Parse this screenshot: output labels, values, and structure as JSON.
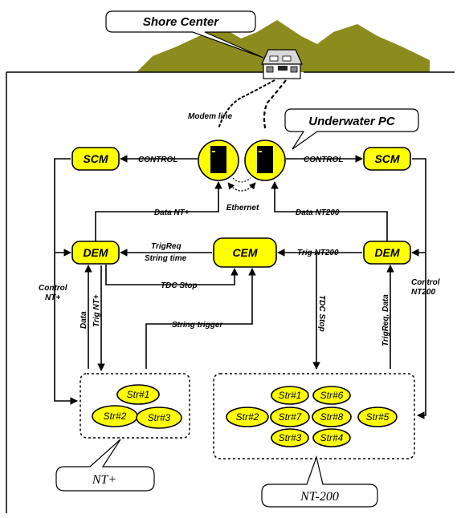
{
  "callouts": {
    "shore_center": "Shore Center",
    "underwater_pc": "Underwater PC",
    "nt_plus": "NT+",
    "nt_200": "NT-200"
  },
  "modules": {
    "scm_left": "SCM",
    "scm_right": "SCM",
    "dem_left": "DEM",
    "dem_right": "DEM",
    "cem": "CEM"
  },
  "links": {
    "modem_line": "Modem line",
    "control_left": "CONTROL",
    "control_right": "CONTROL",
    "ethernet": "Ethernet",
    "data_nt_plus": "Data NT+",
    "data_nt200": "Data NT200",
    "trigreq": "TrigReq",
    "string_time": "String time",
    "trig_nt200": "Trig NT200",
    "tdc_stop_h": "TDC Stop",
    "tdc_stop_v": "TDC Stop",
    "string_trigger": "String trigger",
    "control_nt_plus_1": "Control",
    "control_nt_plus_2": "NT+",
    "control_nt200_1": "Control",
    "control_nt200_2": "NT200",
    "data_v": "Data",
    "trig_nt_plus_v": "Trig NT+",
    "trigreq_data_v": "TrigReq, Data"
  },
  "strings_nt_plus": [
    "Str#1",
    "Str#2",
    "Str#3"
  ],
  "strings_nt200": [
    "Str#1",
    "Str#6",
    "Str#2",
    "Str#7",
    "Str#8",
    "Str#5",
    "Str#3",
    "Str#4"
  ],
  "colors": {
    "module_fill": "#ffff00",
    "mountains": "#8b8b1e",
    "outline": "#000000"
  }
}
